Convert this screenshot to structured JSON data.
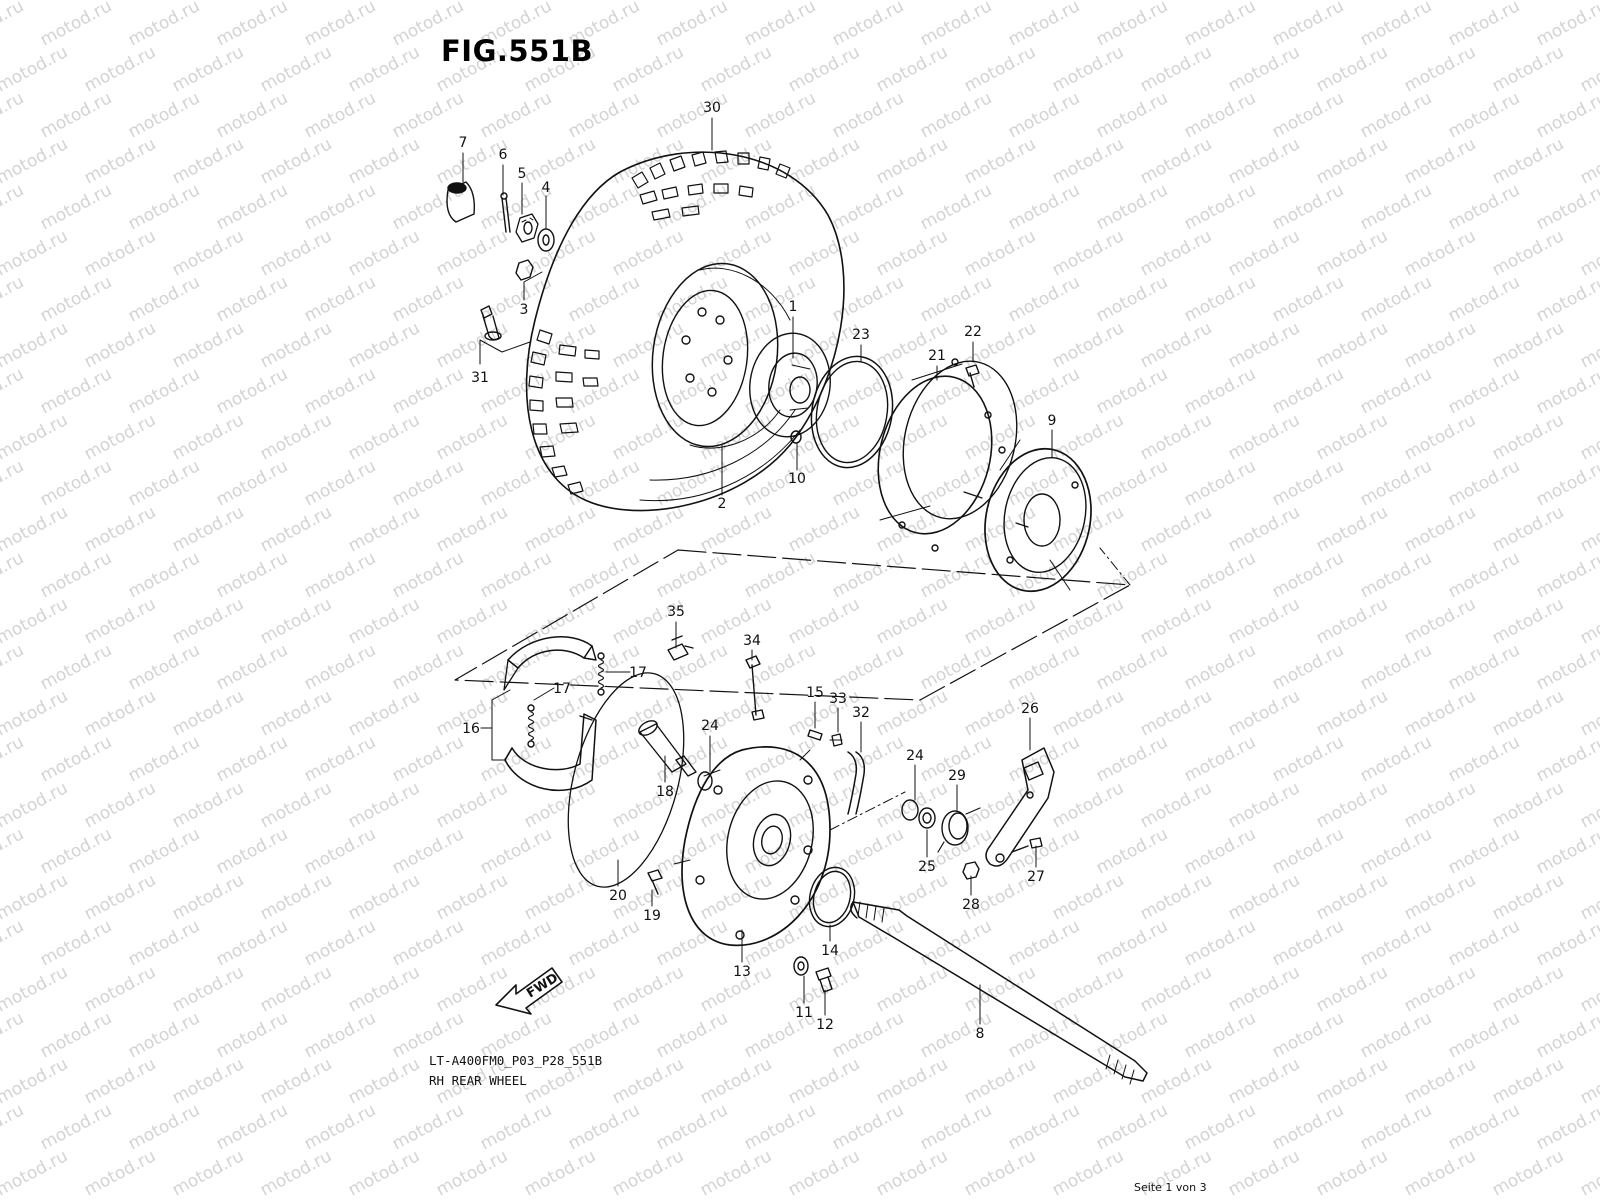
{
  "figure": {
    "title": "FIG.551B",
    "model_code": "LT-A400FM0_P03_P28_551B",
    "name": "RH REAR WHEEL",
    "page_indicator": "Seite 1 von 3",
    "watermark": "motod.ru",
    "fwd_label": "FWD"
  },
  "callouts": [
    {
      "id": "c30",
      "label": "30"
    },
    {
      "id": "c7",
      "label": "7"
    },
    {
      "id": "c6",
      "label": "6"
    },
    {
      "id": "c5",
      "label": "5"
    },
    {
      "id": "c4",
      "label": "4"
    },
    {
      "id": "c3",
      "label": "3"
    },
    {
      "id": "c31",
      "label": "31"
    },
    {
      "id": "c1",
      "label": "1"
    },
    {
      "id": "c23",
      "label": "23"
    },
    {
      "id": "c22",
      "label": "22"
    },
    {
      "id": "c21",
      "label": "21"
    },
    {
      "id": "c9",
      "label": "9"
    },
    {
      "id": "c10",
      "label": "10"
    },
    {
      "id": "c2",
      "label": "2"
    },
    {
      "id": "c35",
      "label": "35"
    },
    {
      "id": "c34",
      "label": "34"
    },
    {
      "id": "c17a",
      "label": "17"
    },
    {
      "id": "c17b",
      "label": "17"
    },
    {
      "id": "c16",
      "label": "16"
    },
    {
      "id": "c15",
      "label": "15"
    },
    {
      "id": "c33",
      "label": "33"
    },
    {
      "id": "c32",
      "label": "32"
    },
    {
      "id": "c24a",
      "label": "24"
    },
    {
      "id": "c24b",
      "label": "24"
    },
    {
      "id": "c18",
      "label": "18"
    },
    {
      "id": "c29",
      "label": "29"
    },
    {
      "id": "c26",
      "label": "26"
    },
    {
      "id": "c25",
      "label": "25"
    },
    {
      "id": "c27",
      "label": "27"
    },
    {
      "id": "c20",
      "label": "20"
    },
    {
      "id": "c19",
      "label": "19"
    },
    {
      "id": "c28",
      "label": "28"
    },
    {
      "id": "c14",
      "label": "14"
    },
    {
      "id": "c13",
      "label": "13"
    },
    {
      "id": "c11",
      "label": "11"
    },
    {
      "id": "c12",
      "label": "12"
    },
    {
      "id": "c8",
      "label": "8"
    }
  ]
}
